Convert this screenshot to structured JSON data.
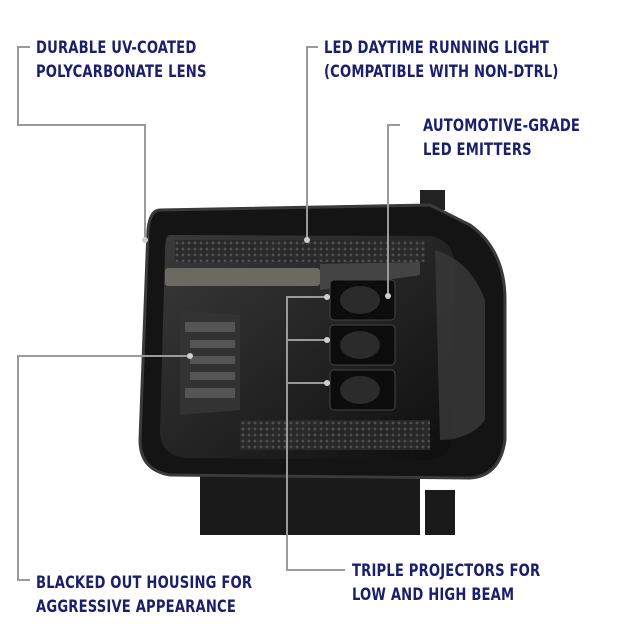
{
  "callouts": [
    {
      "id": "lens",
      "lines": [
        "DURABLE UV-COATED",
        "POLYCARBONATE LENS"
      ]
    },
    {
      "id": "drl",
      "lines": [
        "LED DAYTIME RUNNING LIGHT",
        "(COMPATIBLE WITH NON-DTRL)"
      ]
    },
    {
      "id": "emitters",
      "lines": [
        "AUTOMOTIVE-GRADE",
        "LED EMITTERS"
      ]
    },
    {
      "id": "housing",
      "lines": [
        "BLACKED OUT HOUSING FOR",
        "AGGRESSIVE APPEARANCE"
      ]
    },
    {
      "id": "projectors",
      "lines": [
        "TRIPLE PROJECTORS FOR",
        "LOW AND HIGH BEAM"
      ]
    }
  ],
  "colors": {
    "label_text": "#1b1f6b",
    "leader_line": "#9a9a9a",
    "housing": "#141414"
  }
}
